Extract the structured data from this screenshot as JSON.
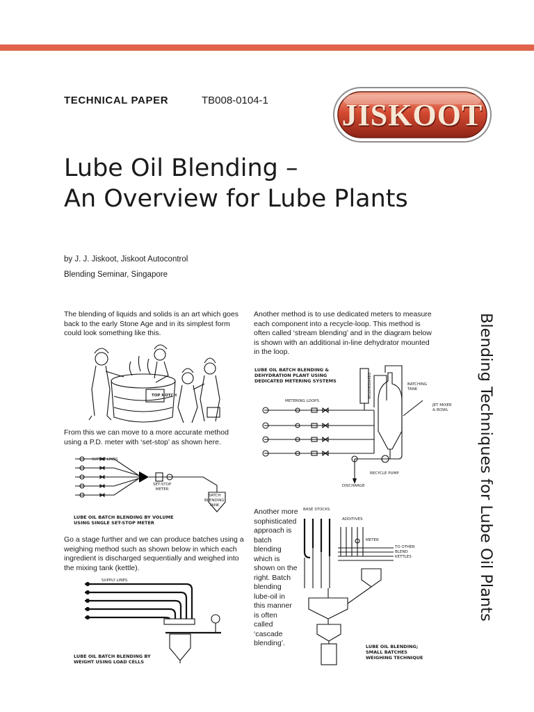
{
  "header": {
    "paper_label": "TECHNICAL PAPER",
    "doc_number": "TB008-0104-1",
    "logo_text": "JISKOOT"
  },
  "title": {
    "line1": "Lube Oil Blending –",
    "line2": "An Overview for Lube Plants"
  },
  "byline": {
    "author": "by J. J. Jiskoot, Jiskoot Autocontrol",
    "event": "Blending Seminar, Singapore"
  },
  "side_title": "Blending Techniques for Lube Oil Plants",
  "body": {
    "p1": "The blending of liquids and solids is an art which goes back to the early Stone Age and in its simplest form could look something like this.",
    "p2": "From this we can move to a more accurate method using a P.D. meter with ‘set-stop’ as shown here.",
    "p3": "Go a stage further and we can produce batches using a weighing method such as shown below in which each ingredient is discharged sequentially and weighed into the mixing tank (kettle).",
    "p4": "Another method is to use dedicated meters to measure each component into a recycle-loop. This method is often called ‘stream blending’ and in the diagram below is shown with an additional in-line dehydrator mounted in the loop.",
    "p5": "Another more sophisticated approach is batch blending which is shown on the right. Batch blending lube-oil in this manner is often called ‘cascade blending’."
  },
  "figures": {
    "cartoon": {
      "pot_label": "TOP NOTCH"
    },
    "setstop": {
      "supply_lines": "SUPPLY LINES",
      "meter": "SET-STOP\nMETER",
      "tank": "BATCH\nBLENDING\nTANK",
      "caption": "LUBE OIL BATCH BLENDING BY VOLUME\nUSING SINGLE SET-STOP METER"
    },
    "weight": {
      "supply_lines": "SUPPLY LINES",
      "caption": "LUBE OIL BATCH BLENDING BY\nWEIGHT USING LOAD CELLS"
    },
    "dehydration": {
      "caption": "LUBE OIL BATCH BLENDING &\nDEHYDRATION PLANT USING\nDEDICATED METERING SYSTEMS",
      "metering_loops": "METERING LOOPS",
      "dehydrator": "DEHYDRATOR",
      "batching_tank": "BATCHING\nTANK",
      "jet_mixer": "JET MIXER\n& BOWL",
      "recycle_pump": "RECYCLE PUMP",
      "discharge": "DISCHARGE"
    },
    "cascade": {
      "base_stocks": "BASE STOCKS",
      "additives": "ADDITIVES",
      "meter": "METER",
      "other_kettles": "TO OTHER\nBLEND\nKETTLES",
      "caption": "LUBE OIL BLENDING;\nSMALL BATCHES\nWEIGHING TECHNIQUE"
    }
  },
  "colors": {
    "accent_bar": "#e0634a",
    "logo_red": "#c9402d"
  }
}
